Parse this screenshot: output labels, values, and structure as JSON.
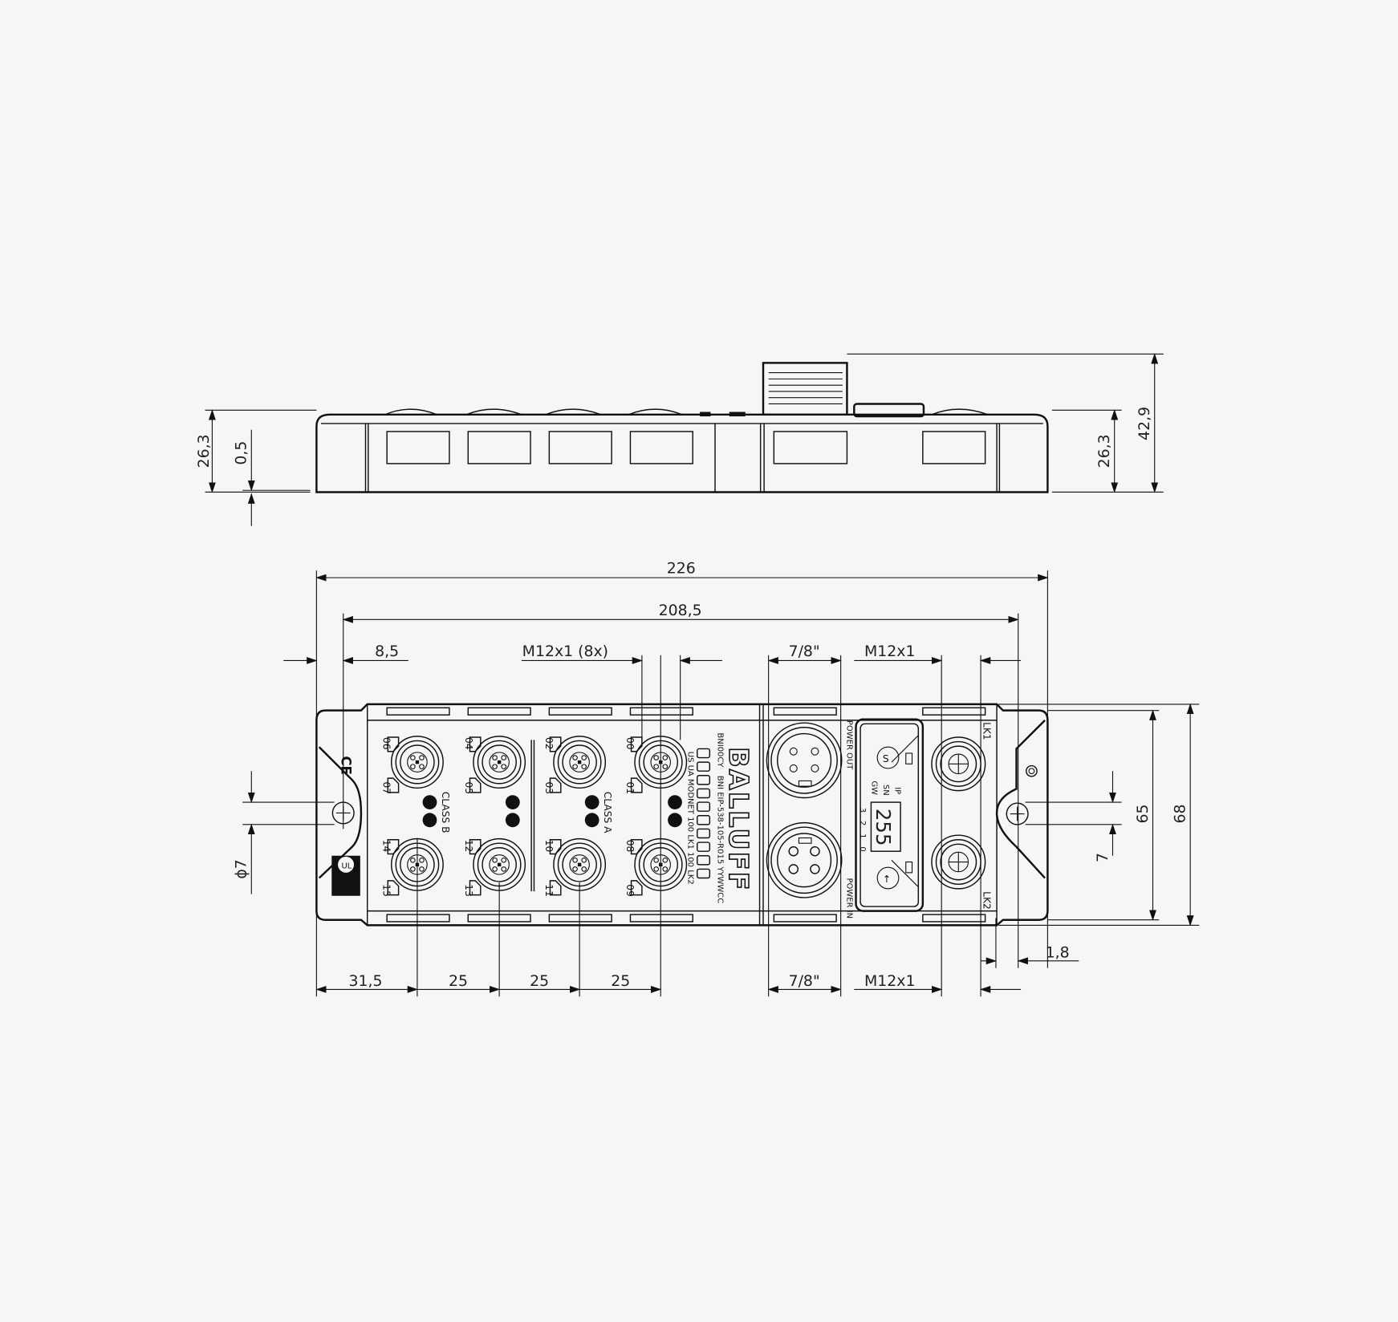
{
  "dimensions": {
    "side_height_left": "26,3",
    "side_offset": "0,5",
    "side_height_right": "26,3",
    "total_height": "42,9",
    "length": "226",
    "hole_spacing": "208,5",
    "hole_offset": "8,5",
    "m12_ports": "M12x1 (8x)",
    "power_top": "7/8\"",
    "link_top": "M12x1",
    "first_port": "31,5",
    "pitch_1": "25",
    "pitch_2": "25",
    "pitch_3": "25",
    "power_bottom": "7/8\"",
    "link_bottom": "M12x1",
    "edge": "1,8",
    "width_inner": "65",
    "width": "68",
    "hole_right": "7",
    "hole_diameter": "ϕ7"
  },
  "device": {
    "brand": "BALLUFF",
    "model_code": "BNI00CY",
    "model_line": "BNI EIP-538-105-R015 YYWWCC",
    "led_line": "US  UA  MODNET    100  LK1  100  LK2",
    "class_a": "CLASS A",
    "class_b": "CLASS B",
    "power_out": "POWER OUT",
    "power_in": "POWER IN",
    "display_value": "255",
    "display_labels": [
      "IP",
      "SN",
      "GW"
    ],
    "display_digits": "3 2 1 0",
    "lk1": "LK1",
    "lk2": "LK2",
    "ce_mark": "CE",
    "ul_mark": "UL"
  },
  "ports": {
    "top": [
      [
        "06",
        "07"
      ],
      [
        "04",
        "05"
      ],
      [
        "02",
        "03"
      ],
      [
        "00",
        "01"
      ]
    ],
    "bottom": [
      [
        "14",
        "15"
      ],
      [
        "12",
        "13"
      ],
      [
        "10",
        "11"
      ],
      [
        "08",
        "09"
      ]
    ]
  }
}
